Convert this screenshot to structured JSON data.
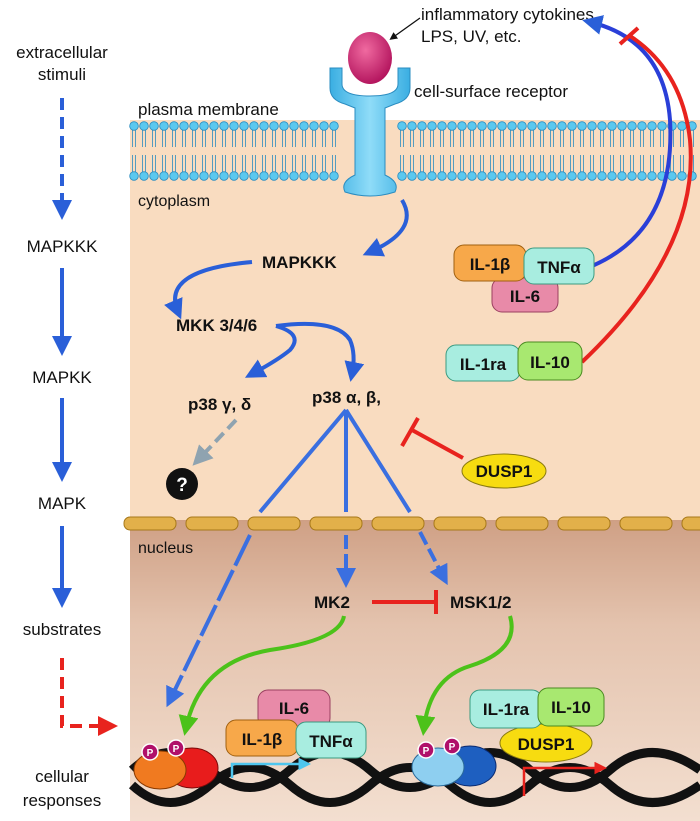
{
  "left_column": {
    "extracellular_1": "extracellular",
    "extracellular_2": "stimuli",
    "mapkkk": "MAPKKK",
    "mapkk": "MAPKK",
    "mapk": "MAPK",
    "substrates": "substrates",
    "cellular_1": "cellular",
    "cellular_2": "responses"
  },
  "top": {
    "stimuli_1": "inflammatory cytokines,",
    "stimuli_2": "LPS, UV, etc.",
    "receptor": "cell-surface receptor",
    "membrane": "plasma membrane",
    "cytoplasm": "cytoplasm",
    "nucleus": "nucleus"
  },
  "pathway": {
    "mapkkk": "MAPKKK",
    "mkk": "MKK 3/4/6",
    "p38_gd": "p38 γ, δ",
    "p38_ab": "p38 α, β,",
    "unknown": "?",
    "dusp1": "DUSP1",
    "mk2": "MK2",
    "msk": "MSK1/2"
  },
  "cytokines": {
    "il1b": "IL-1β",
    "tnfa": "TNFα",
    "il6": "IL-6",
    "il1ra": "IL-1ra",
    "il10": "IL-10",
    "dusp1": "DUSP1",
    "phospho": "P"
  },
  "colors": {
    "cytoplasm": "#f9dcc0",
    "nucleus": "#dcb39c",
    "membrane": "#5bc8ef",
    "receptor": "#5bc8ef",
    "blue_arrow": "#2a5fd8",
    "red_arrow": "#e8231e",
    "green_arrow": "#4cc21a",
    "il1b": "#f7a84a",
    "tnfa": "#a8ede0",
    "il6": "#e88aa8",
    "il1ra": "#a8ede0",
    "il10": "#a8e870",
    "dusp1": "#f7dc10"
  }
}
